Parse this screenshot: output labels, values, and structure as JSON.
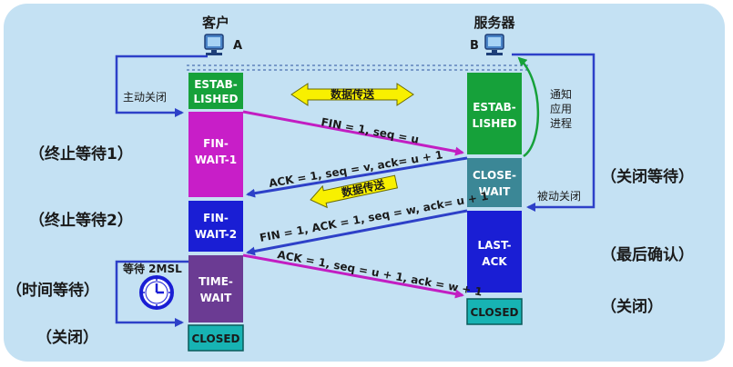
{
  "client": {
    "title": "客户",
    "tag": "A"
  },
  "server": {
    "title": "服务器",
    "tag": "B"
  },
  "client_states": {
    "established": [
      "ESTAB-",
      "LISHED"
    ],
    "fin_wait_1": [
      "FIN-",
      "WAIT-1"
    ],
    "fin_wait_2": [
      "FIN-",
      "WAIT-2"
    ],
    "time_wait": [
      "TIME-",
      "WAIT"
    ],
    "closed": "CLOSED"
  },
  "server_states": {
    "established": [
      "ESTAB-",
      "LISHED"
    ],
    "close_wait": [
      "CLOSE-",
      "WAIT"
    ],
    "last_ack": [
      "LAST-",
      "ACK"
    ],
    "closed": "CLOSED"
  },
  "labels": {
    "left": {
      "fin_wait_1": "（终止等待1）",
      "fin_wait_2": "（终止等待2）",
      "time_wait": "（时间等待）",
      "closed": "（关闭）"
    },
    "right": {
      "close_wait": "（关闭等待）",
      "last_ack": "（最后确认）",
      "closed": "（关闭）"
    },
    "active_close": "主动关闭",
    "passive_close": "被动关闭",
    "notify_app": [
      "通知",
      "应用",
      "进程"
    ],
    "data_transfer": "数据传送",
    "wait_2msl": "等待 2MSL"
  },
  "messages": {
    "m1": "FIN = 1, seq = u",
    "m2": "ACK = 1, seq = v, ack= u + 1",
    "m3": "FIN = 1, ACK = 1, seq = w, ack= u + 1",
    "m4": "ACK = 1, seq = u + 1, ack = w + 1"
  },
  "colors": {
    "panel": "#c4e1f3",
    "green": "#16a13a",
    "magenta": "#c81ec8",
    "blue": "#1a1ed4",
    "purple": "#6b3b93",
    "teal": "#3b8796",
    "cyan_cell": "#17b3b3",
    "arrow_blue": "#2d40c8",
    "arrow_purple": "#c21ec2",
    "yellow": "#f8f000",
    "text_dark": "#1a1a1a"
  }
}
